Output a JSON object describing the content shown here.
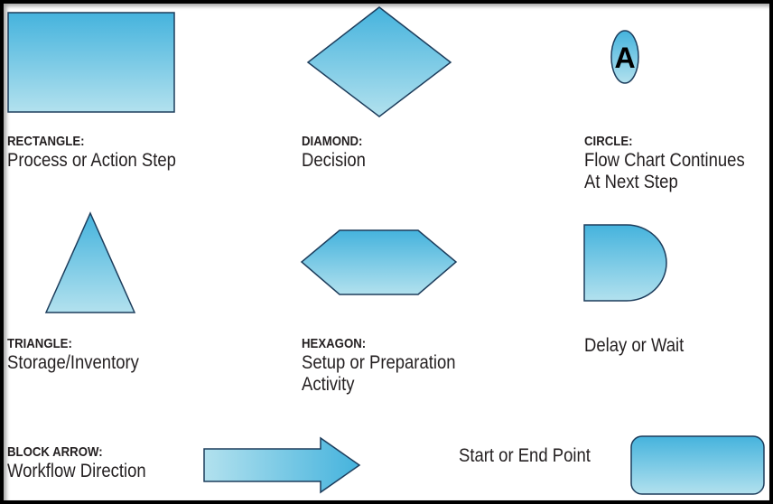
{
  "legend": {
    "rectangle": {
      "title": "RECTANGLE:",
      "desc": "Process or Action Step"
    },
    "diamond": {
      "title": "DIAMOND:",
      "desc": "Decision"
    },
    "circle": {
      "title": "CIRCLE:",
      "desc_line1": "Flow Chart Continues",
      "desc_line2": "At Next Step",
      "letter": "A"
    },
    "triangle": {
      "title": "TRIANGLE:",
      "desc": "Storage/Inventory"
    },
    "hexagon": {
      "title": "HEXAGON:",
      "desc_line1": "Setup or Preparation",
      "desc_line2": "Activity"
    },
    "delay": {
      "desc": "Delay or Wait"
    },
    "block_arrow": {
      "title": "BLOCK ARROW:",
      "desc": "Workflow Direction"
    },
    "terminal": {
      "desc": "Start or End Point"
    }
  },
  "colors": {
    "shape_top": "#45b3dd",
    "shape_bottom": "#b2e1ee",
    "outline": "#1d3d5c",
    "frame": "#000000",
    "text": "#231f20"
  }
}
